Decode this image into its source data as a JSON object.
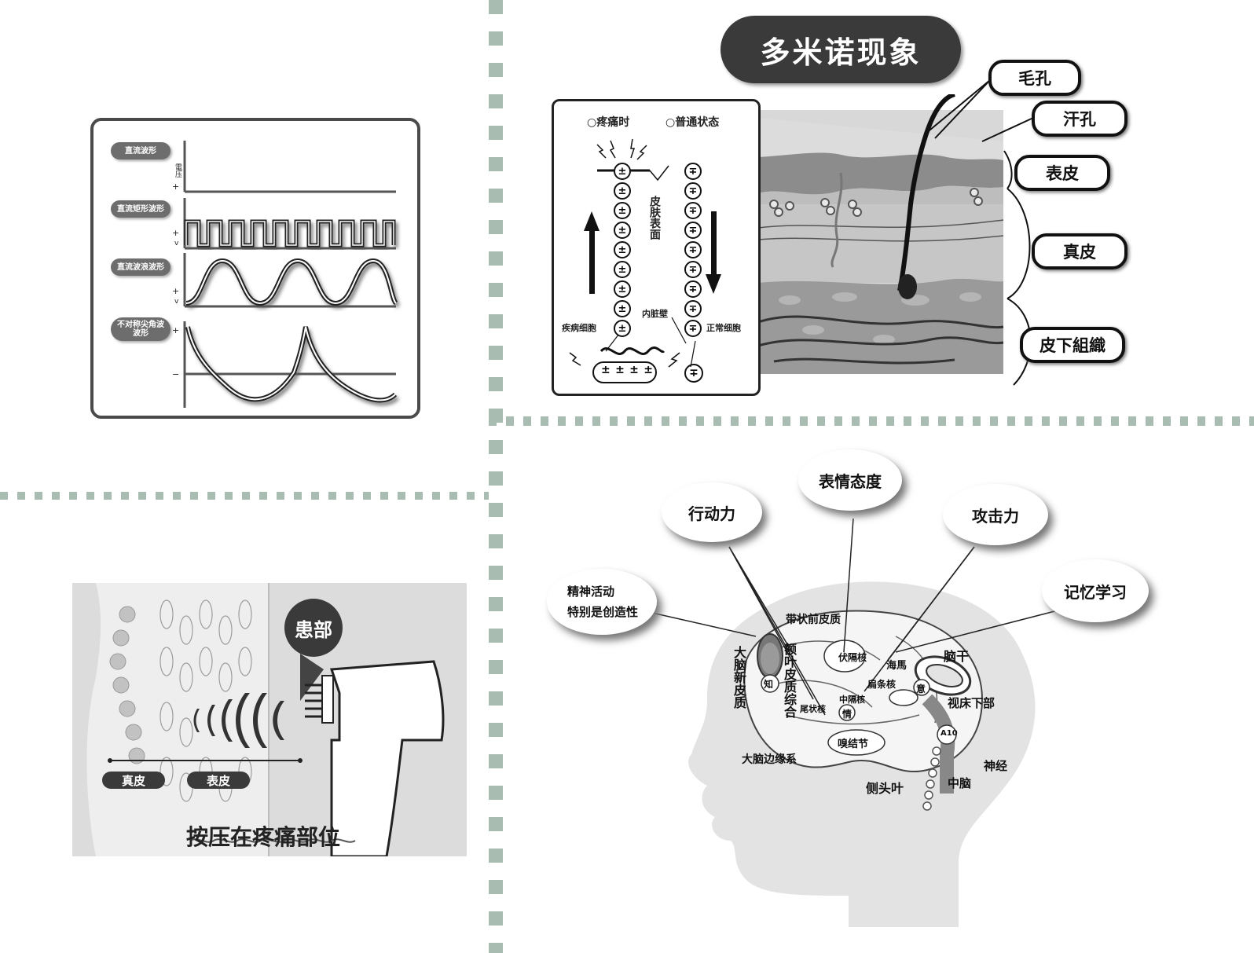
{
  "waveforms": {
    "voltage_axis_label": "電压",
    "plus": "+",
    "v_unit": "v",
    "minus": "−",
    "items": [
      {
        "label": "直流波形"
      },
      {
        "label": "直流矩形波形"
      },
      {
        "label": "直流波浪波形"
      },
      {
        "label": "不对称尖角波\n波形"
      }
    ]
  },
  "domino": {
    "title": "多米诺现象",
    "legend_pain": "○疼痛时",
    "legend_normal": "○普通状态",
    "skin_surface": "皮肤表面",
    "inner_wall": "内脏壁",
    "sick_cell": "疾病细胞",
    "normal_cell": "正常细胞",
    "charge_pain": "±",
    "charge_normal": "∓",
    "skin_labels": {
      "pore": "毛孔",
      "sweat_pore": "汗孔",
      "epidermis": "表皮",
      "dermis": "真皮",
      "subcutaneous": "皮下組織"
    }
  },
  "press": {
    "affected_area": "患部",
    "dermis": "真皮",
    "epidermis": "表皮",
    "caption": "按压在疼痛部位"
  },
  "brain": {
    "bubbles": {
      "action": "行动力",
      "expression": "表情态度",
      "aggression": "攻击力",
      "memory": "记忆学习",
      "mental_1": "精神活动",
      "mental_2": "特别是创造性"
    },
    "labels": {
      "cingulate": "带状前皮质",
      "neocortex": "大脑新皮质",
      "frontal": "额叶皮质综合",
      "know": "知",
      "accumbens": "伏隔核",
      "hippocampus": "海馬",
      "amygdala": "扁条核",
      "brainstem": "脑干",
      "intent": "意",
      "hypothalamus": "视床下部",
      "septal": "中隔核",
      "caudate": "尾状核",
      "emotion": "情",
      "olfactory": "嗅结节",
      "limbic": "大脑边缘系",
      "a10": "A10",
      "nerve": "神经",
      "midbrain": "中脑",
      "temporal": "侧头叶"
    }
  }
}
